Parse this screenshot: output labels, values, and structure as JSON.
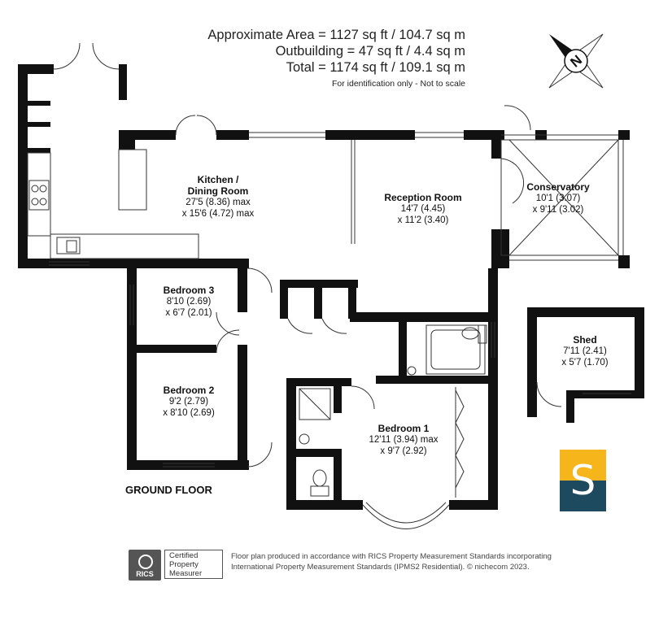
{
  "areas": {
    "approximate": "Approximate Area = 1127 sq ft / 104.7 sq m",
    "outbuilding": "Outbuilding = 47 sq ft / 4.4 sq m",
    "total": "Total = 1174 sq ft / 109.1 sq m",
    "note": "For identification only - Not to scale"
  },
  "compass": {
    "north_label": "N",
    "icon": "compass-icon"
  },
  "rooms": {
    "kitchen": {
      "name_1": "Kitchen /",
      "name_2": "Dining Room",
      "dim_1": "27'5 (8.36) max",
      "dim_2": "x 15'6 (4.72) max"
    },
    "reception": {
      "name": "Reception Room",
      "dim_1": "14'7 (4.45)",
      "dim_2": "x 11'2 (3.40)"
    },
    "conservatory": {
      "name": "Conservatory",
      "dim_1": "10'1 (3.07)",
      "dim_2": "x 9'11 (3.02)"
    },
    "bedroom3": {
      "name": "Bedroom 3",
      "dim_1": "8'10 (2.69)",
      "dim_2": "x 6'7 (2.01)"
    },
    "bedroom2": {
      "name": "Bedroom 2",
      "dim_1": "9'2 (2.79)",
      "dim_2": "x 8'10 (2.69)"
    },
    "bedroom1": {
      "name": "Bedroom 1",
      "dim_1": "12'11 (3.94) max",
      "dim_2": "x 9'7 (2.92)"
    },
    "shed": {
      "name": "Shed",
      "dim_1": "7'11 (2.41)",
      "dim_2": "x 5'7 (1.70)"
    }
  },
  "floor_label": "GROUND FLOOR",
  "rics": {
    "logo_text": "RICS",
    "line_1": "Certified",
    "line_2": "Property",
    "line_3": "Measurer"
  },
  "footer": {
    "line_1": "Floor plan produced in accordance with RICS Property Measurement Standards incorporating",
    "line_2": "International Property Measurement Standards (IPMS2 Residential).  © nichecom 2023."
  },
  "brand": {
    "letter": "S",
    "top_color": "#f5b51b",
    "bottom_color": "#1d4a5e"
  },
  "colors": {
    "wall": "#111111",
    "line": "#333333"
  }
}
